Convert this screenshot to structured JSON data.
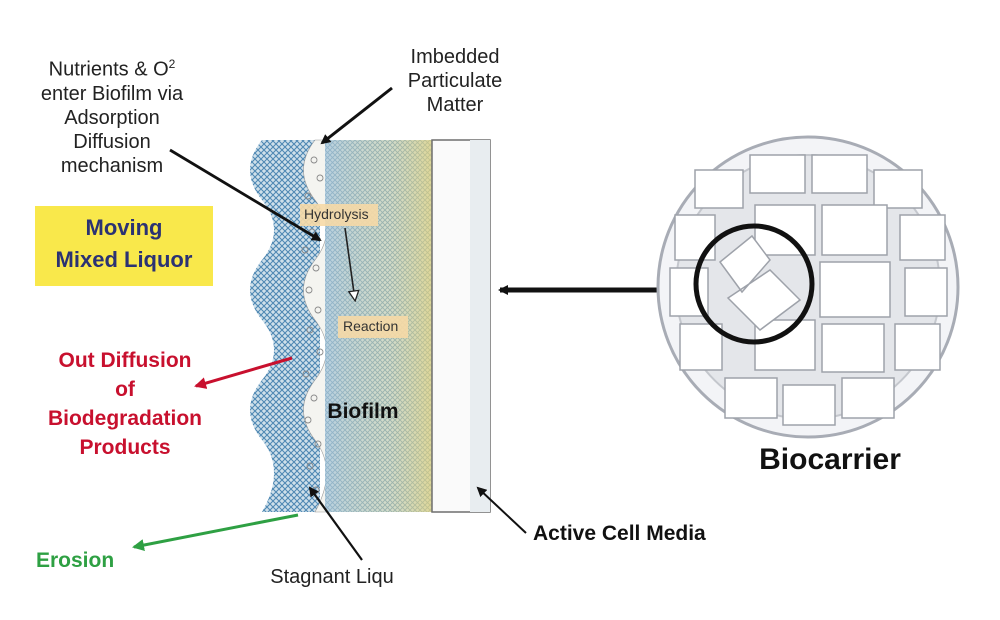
{
  "labels": {
    "nutrients_lines": "Nutrients & O",
    "nutrients_sup": "2",
    "nutrients_rest": "enter Biofilm via\nAdsorption\nDiffusion\nmechanism",
    "imbedded": "Imbedded\nParticulate\nMatter",
    "moving": "Moving\nMixed Liquor",
    "out_diffusion": "Out Diffusion\nof\nBiodegradation\nProducts",
    "erosion": "Erosion",
    "stagnant": "Stagnant Liqu",
    "hydrolysis": "Hydrolysis",
    "reaction": "Reaction",
    "biofilm": "Biofilm",
    "active_cell": "Active Cell Media",
    "biocarrier": "Biocarrier"
  },
  "colors": {
    "liquor_box": "#f9e84b",
    "liquor_text": "#2b3273",
    "out_diffusion": "#c8102e",
    "erosion": "#2ea043",
    "biofilm_blue": "#4f88b3",
    "biofilm_yellow": "#d9cf7a",
    "tag_bg": "#f6d9a6"
  }
}
